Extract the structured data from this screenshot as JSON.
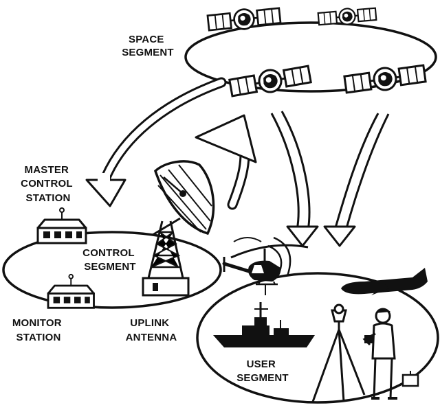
{
  "labels": {
    "space_segment": [
      "SPACE",
      "SEGMENT"
    ],
    "master_control_station": [
      "MASTER",
      "CONTROL",
      "STATION"
    ],
    "control_segment": [
      "CONTROL",
      "SEGMENT"
    ],
    "monitor_station": [
      "MONITOR",
      "STATION"
    ],
    "uplink_antenna": [
      "UPLINK",
      "ANTENNA"
    ],
    "user_segment": [
      "USER",
      "SEGMENT"
    ]
  },
  "icons": {
    "satellite": "satellite-icon",
    "master_station": "building-icon",
    "monitor_station": "building-icon",
    "uplink_antenna": "dish-antenna-icon",
    "helicopter": "helicopter-icon",
    "airplane": "airplane-icon",
    "ship": "ship-icon",
    "surveyor": "surveyor-tripod-icon"
  },
  "colors": {
    "ink": "#111111",
    "paper": "#ffffff"
  }
}
